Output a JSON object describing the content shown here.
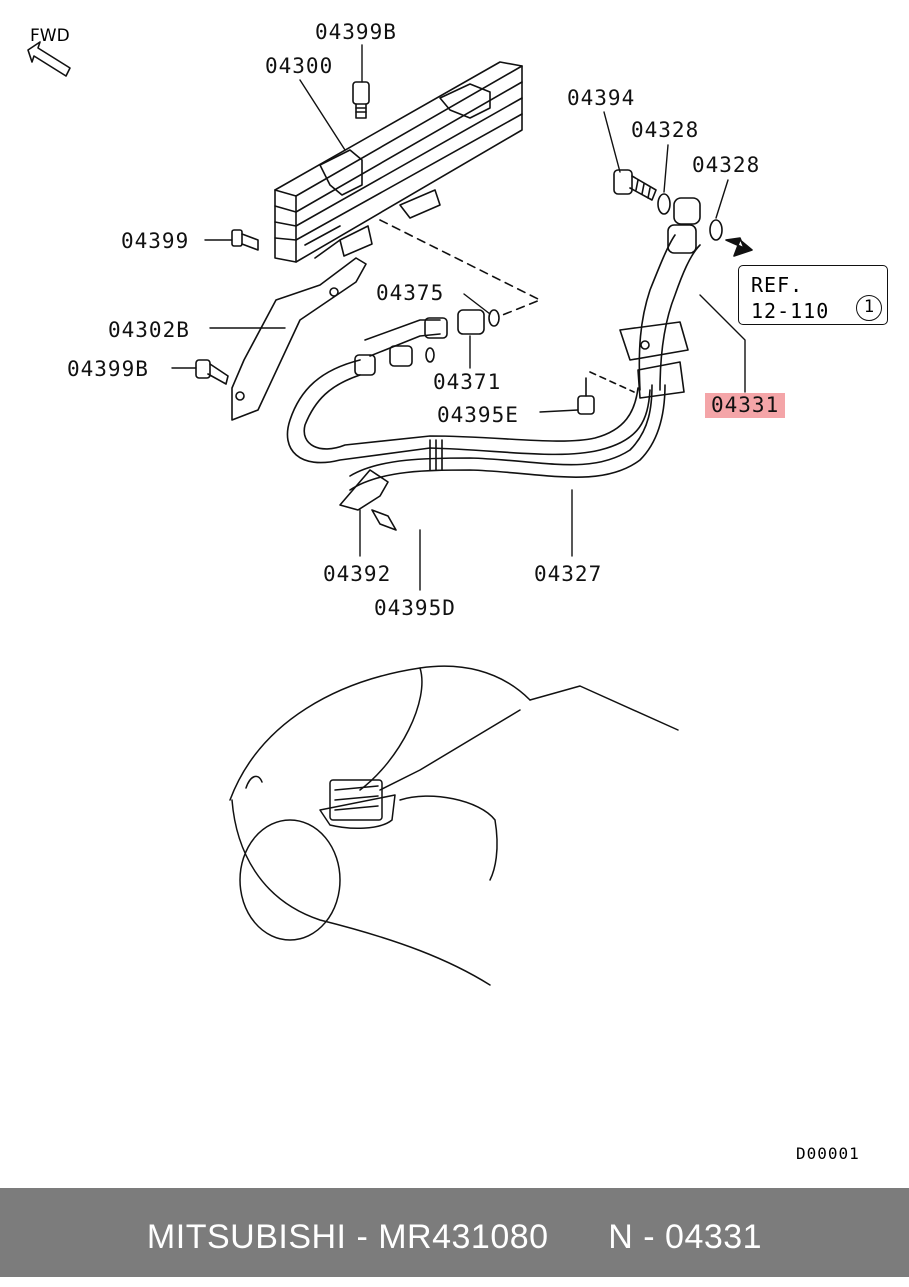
{
  "direction": {
    "label": "FWD"
  },
  "callouts": [
    {
      "id": "c-04399b-top",
      "text": "04399B"
    },
    {
      "id": "c-04300",
      "text": "04300"
    },
    {
      "id": "c-04394",
      "text": "04394"
    },
    {
      "id": "c-04328-a",
      "text": "04328"
    },
    {
      "id": "c-04328-b",
      "text": "04328"
    },
    {
      "id": "c-04399",
      "text": "04399"
    },
    {
      "id": "c-04375",
      "text": "04375"
    },
    {
      "id": "c-04302b",
      "text": "04302B"
    },
    {
      "id": "c-04399b-left",
      "text": "04399B"
    },
    {
      "id": "c-04371",
      "text": "04371"
    },
    {
      "id": "c-04331",
      "text": "04331",
      "highlight": true
    },
    {
      "id": "c-04395e",
      "text": "04395E"
    },
    {
      "id": "c-04392",
      "text": "04392"
    },
    {
      "id": "c-04327",
      "text": "04327"
    },
    {
      "id": "c-04395d",
      "text": "04395D"
    }
  ],
  "reference": {
    "line1": "REF.",
    "line2": "12-110",
    "circled": "1"
  },
  "diagram_code": "D00001",
  "footer": {
    "brand": "MITSUBISHI",
    "part_number": "MR431080",
    "sep": " - ",
    "position_prefix": "N",
    "position": "04331"
  },
  "colors": {
    "highlight": "#f4a5a8",
    "footer_bg": "#7c7c7c",
    "footer_text": "#ffffff"
  }
}
